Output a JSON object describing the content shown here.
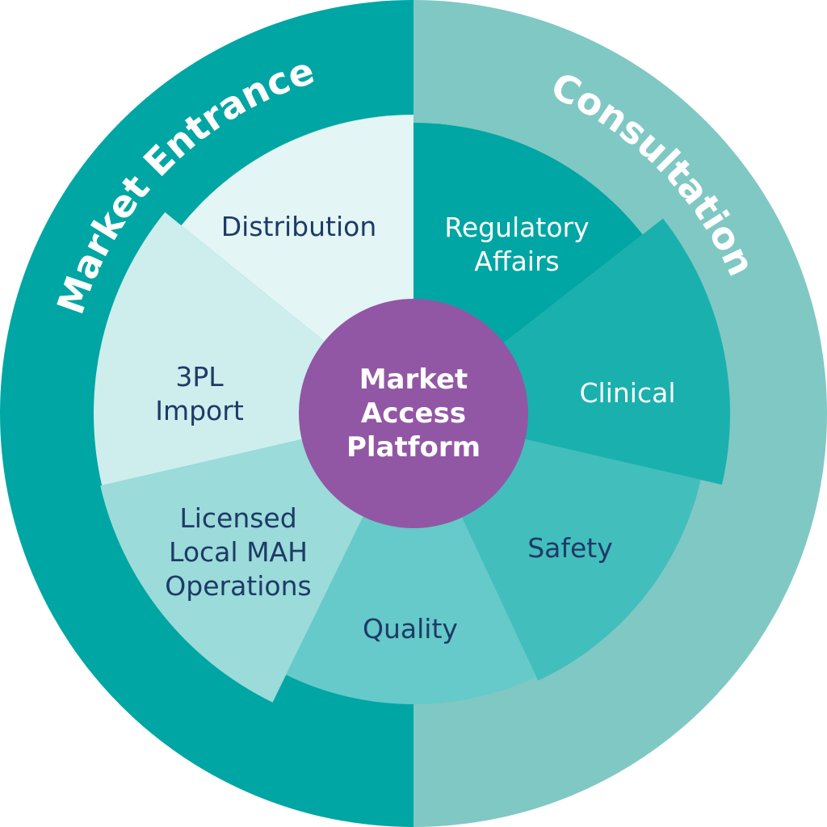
{
  "diagram": {
    "center": {
      "lines": [
        "Market",
        "Access",
        "Platform"
      ],
      "color": "#9157a4"
    },
    "rings": [
      {
        "label": "Market Entrance",
        "color": "#00a6a3",
        "text_color": "#ffffff"
      },
      {
        "label": "Consultation",
        "color": "#80c8c4",
        "text_color": "#ffffff"
      }
    ],
    "segments": [
      {
        "lines": [
          "Regulatory",
          "Affairs"
        ],
        "color": "#00a6a3",
        "text_color": "#ffffff"
      },
      {
        "lines": [
          "Clinical"
        ],
        "color": "#1ab0ae",
        "text_color": "#ffffff"
      },
      {
        "lines": [
          "Safety"
        ],
        "color": "#42bebd",
        "text_color": "#1e3a66"
      },
      {
        "lines": [
          "Quality"
        ],
        "color": "#65cac9",
        "text_color": "#1e3a66"
      },
      {
        "lines": [
          "Licensed",
          "Local MAH",
          "Operations"
        ],
        "color": "#9bdbda",
        "text_color": "#1e3a66"
      },
      {
        "lines": [
          "3PL",
          "Import"
        ],
        "color": "#cdeeed",
        "text_color": "#1e3a66"
      },
      {
        "lines": [
          "Distribution"
        ],
        "color": "#e3f5f4",
        "text_color": "#1e3a66"
      }
    ]
  }
}
